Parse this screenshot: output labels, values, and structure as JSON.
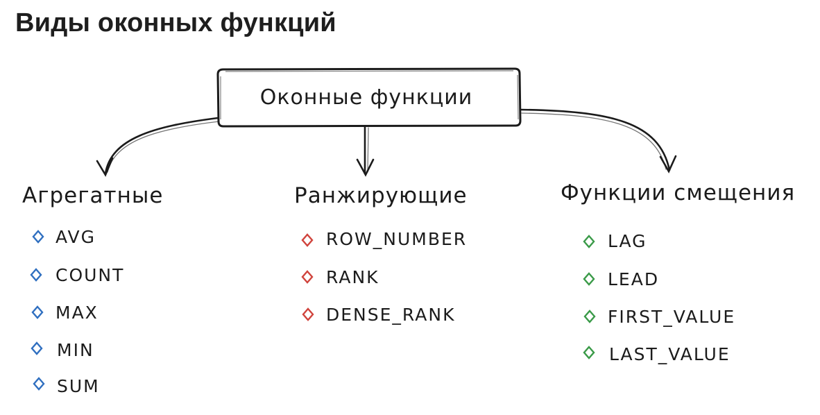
{
  "title": "Виды оконных функций",
  "root": {
    "label": "Оконные функции"
  },
  "categories": [
    {
      "label": "Агрегатные",
      "color": "#2f6fc0",
      "items": [
        "AVG",
        "COUNT",
        "MAX",
        "MIN",
        "SUM"
      ]
    },
    {
      "label": "Ранжирующие",
      "color": "#d0433c",
      "items": [
        "ROW_NUMBER",
        "RANK",
        "DENSE_RANK"
      ]
    },
    {
      "label": "Функции смещения",
      "color": "#3a9a48",
      "items": [
        "LAG",
        "LEAD",
        "FIRST_VALUE",
        "LAST_VALUE"
      ]
    }
  ]
}
